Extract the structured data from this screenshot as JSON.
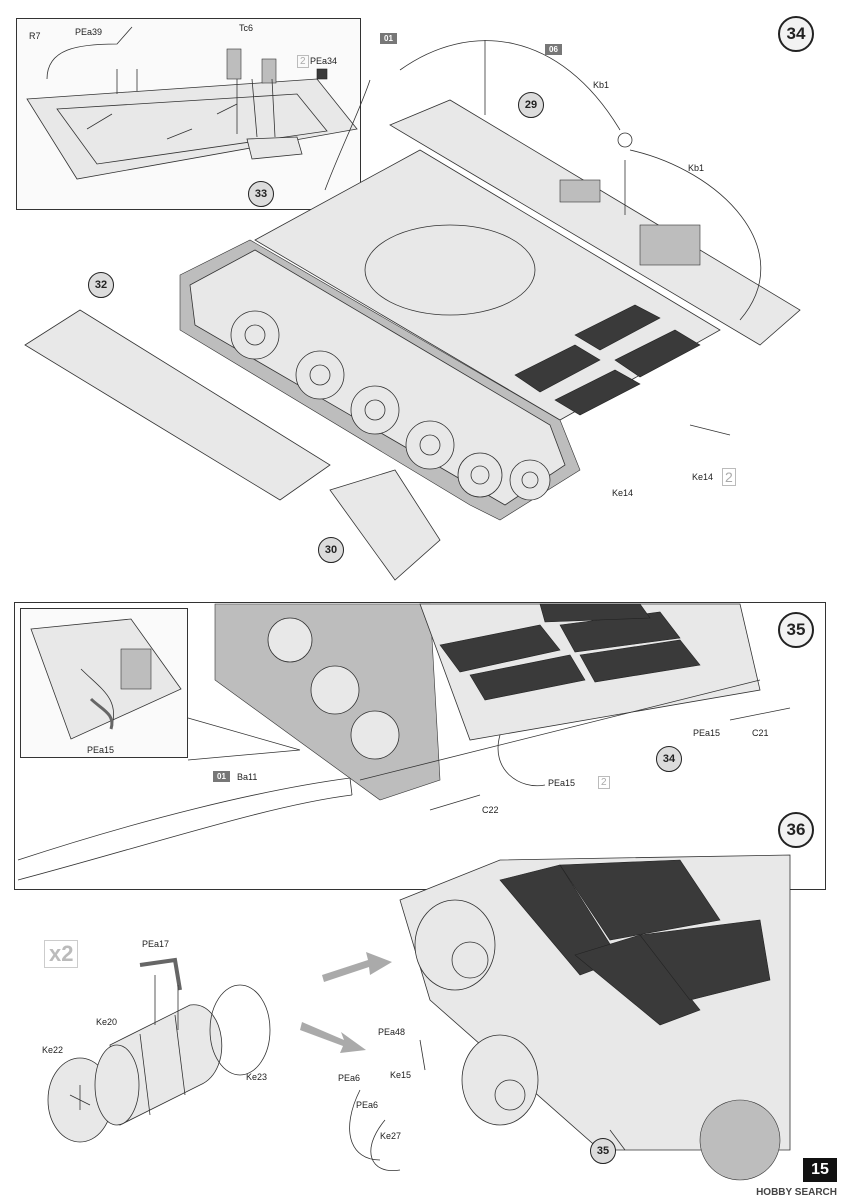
{
  "steps": {
    "s34": {
      "number": "34",
      "callouts": [
        "29",
        "33",
        "32",
        "30"
      ],
      "labels": {
        "r7": "R7",
        "pea39": "PEa39",
        "tc6": "Tc6",
        "pea34": "PEa34",
        "kb1_top": "Kb1",
        "kb1_right": "Kb1",
        "ke14_a": "Ke14",
        "ke14_b": "Ke14"
      },
      "tags": {
        "t01": "01",
        "t06": "06"
      },
      "qty": {
        "pea34": "2",
        "ke14": "2"
      }
    },
    "s35": {
      "number": "35",
      "callouts": [
        "34"
      ],
      "labels": {
        "pea15_inset": "PEa15",
        "pea15_right": "PEa15",
        "pea15_bottom": "PEa15",
        "c21": "C21",
        "c22": "C22",
        "ba11": "Ba11"
      },
      "tags": {
        "t01": "01"
      },
      "qty": {
        "pea15": "2"
      }
    },
    "s36": {
      "number": "36",
      "callouts": [
        "35"
      ],
      "labels": {
        "pea17": "PEa17",
        "ke20": "Ke20",
        "ke22": "Ke22",
        "ke23": "Ke23",
        "pea48": "PEa48",
        "pea6_a": "PEa6",
        "pea6_b": "PEa6",
        "ke15": "Ke15",
        "ke27": "Ke27"
      },
      "qty": {
        "set": "x2"
      }
    }
  },
  "page_number": "15",
  "watermark": "HOBBY SEARCH"
}
